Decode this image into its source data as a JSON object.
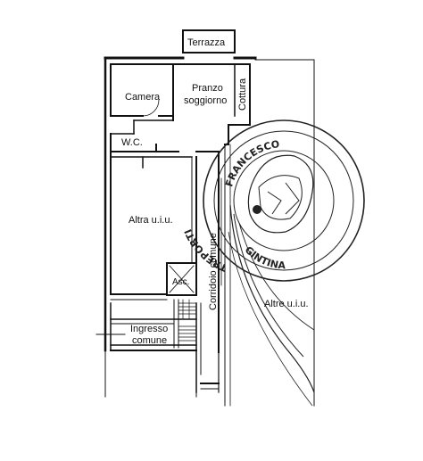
{
  "floor_plan": {
    "rooms": {
      "terrazza": "Terrazza",
      "camera": "Camera",
      "pranzo_line1": "Pranzo",
      "pranzo_line2": "soggiorno",
      "cottura": "Cottura",
      "wc": "W.C.",
      "altra_uiu": "Altra u.i.u.",
      "asc": "Asc.",
      "corridoio": "Corridoio comune",
      "ingresso_line1": "Ingresso",
      "ingresso_line2": "comune",
      "altre_uiu": "Altre u.i.u."
    },
    "stamp": {
      "top_text": "FRANCESCO",
      "left_text": "TREPORTI",
      "bottom_text": "GINTINA"
    }
  }
}
